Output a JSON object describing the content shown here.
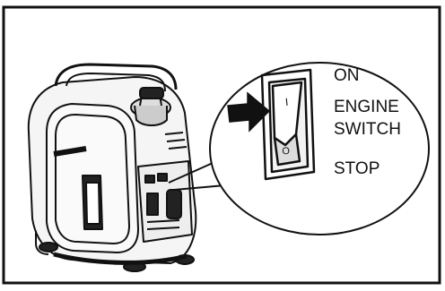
{
  "labels": {
    "on": "ON",
    "engine": "ENGINE",
    "switch": "SWITCH",
    "stop": "STOP"
  },
  "switch_marks": {
    "on_mark": "I",
    "off_mark": "O"
  },
  "illustration": {
    "subject": "portable inverter generator",
    "callout_subject": "engine rocker switch",
    "switch_position": "ON"
  },
  "colors": {
    "ink": "#111111",
    "paper": "#ffffff",
    "shade": "#222222"
  }
}
